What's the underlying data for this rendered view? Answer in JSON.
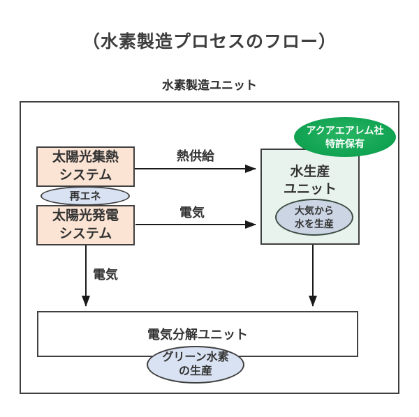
{
  "title": "（水素製造プロセスのフロー）",
  "diagram": {
    "container_label": "水素製造ユニット",
    "nodes": {
      "solar_thermal": {
        "line1": "太陽光集熱",
        "line2": "システム"
      },
      "solar_pv": {
        "line1": "太陽光発電",
        "line2": "システム"
      },
      "renewable_badge": {
        "label": "再エネ"
      },
      "water_unit": {
        "line1": "水生産",
        "line2": "ユニット"
      },
      "water_from_air_badge": {
        "line1": "大気から",
        "line2": "水を生産"
      },
      "patent_badge": {
        "line1": "アクアエアレム社",
        "line2": "特許保有"
      },
      "electrolysis": {
        "label": "電気分解ユニット"
      },
      "green_h2_badge": {
        "line1": "グリーン水素",
        "line2": "の生産"
      }
    },
    "edges": {
      "heat_supply": {
        "label": "熱供給"
      },
      "electricity_to_water_unit": {
        "label": "電気"
      },
      "electricity_to_electrolysis": {
        "label": "電気"
      }
    },
    "colors": {
      "peach": "#fbe4d4",
      "light_blue": "#d9e2f2",
      "mint": "#e9f3ee",
      "blue_gray": "#ccd5e4",
      "green": "#10a251",
      "border": "#3f3f3f"
    }
  }
}
